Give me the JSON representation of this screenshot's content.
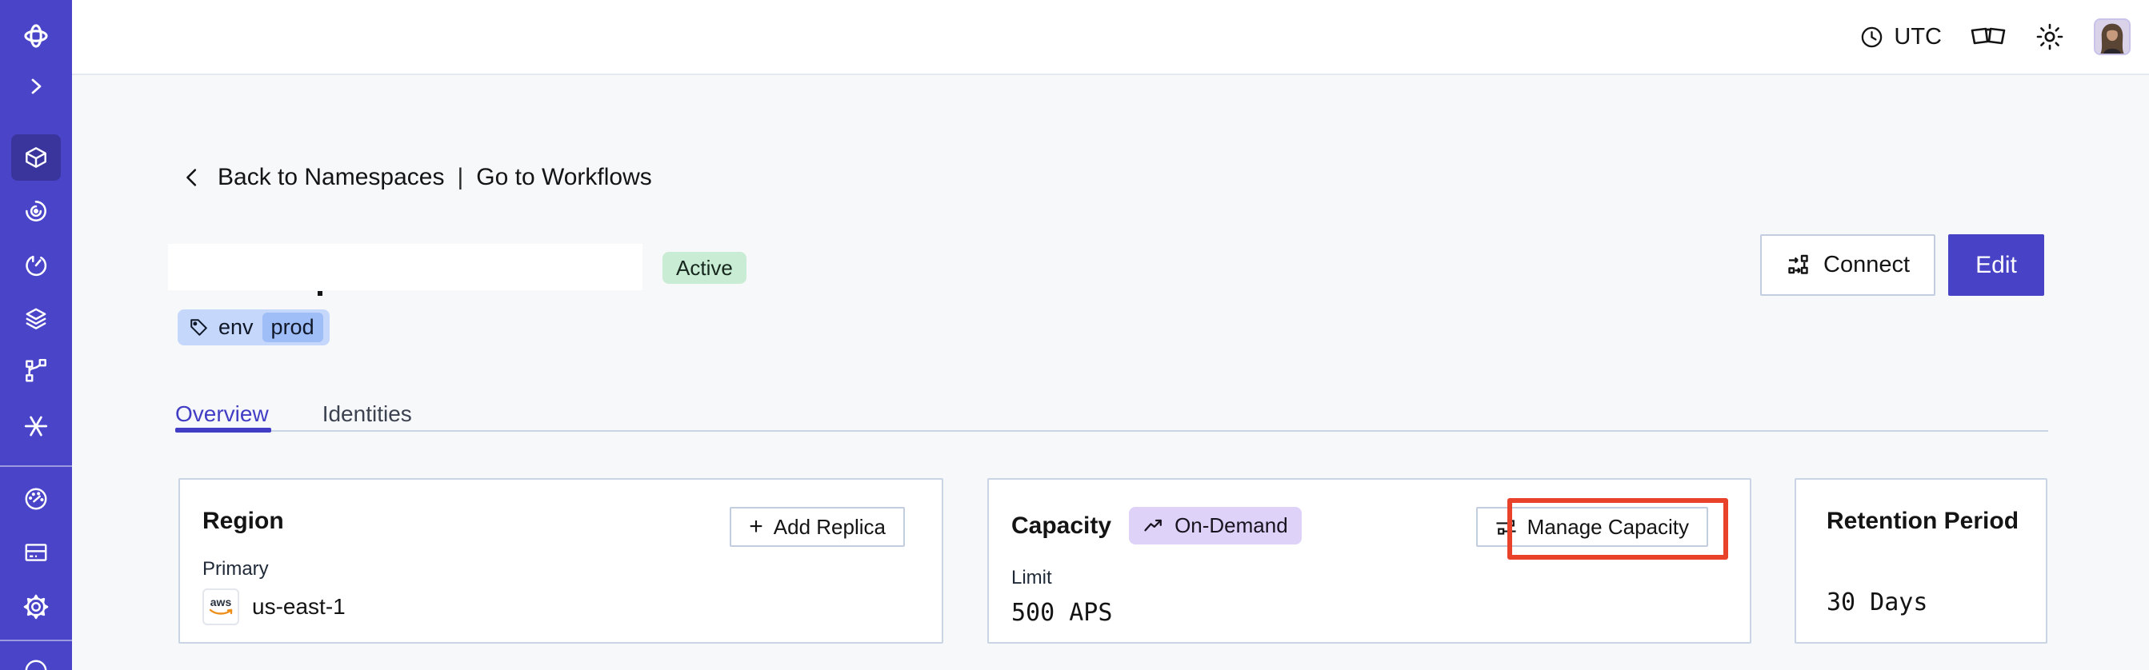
{
  "topbar": {
    "timezone": "UTC",
    "icons": [
      "clock-icon",
      "glasses-icon",
      "sun-icon",
      "avatar"
    ]
  },
  "breadcrumb": {
    "back": "Back to Namespaces",
    "separator": "|",
    "go_to": "Go to Workflows"
  },
  "namespace": {
    "name_redacted": true,
    "status": "Active",
    "tag": {
      "key": "env",
      "value": "prod"
    }
  },
  "actions": {
    "connect": "Connect",
    "edit": "Edit"
  },
  "tabs": [
    {
      "label": "Overview",
      "active": true
    },
    {
      "label": "Identities",
      "active": false
    }
  ],
  "cards": {
    "region": {
      "title": "Region",
      "add_replica_plus": "+",
      "add_replica_label": "Add Replica",
      "primary_label": "Primary",
      "provider": "aws",
      "primary_region": "us-east-1"
    },
    "capacity": {
      "title": "Capacity",
      "mode_badge": "On-Demand",
      "manage_label": "Manage Capacity",
      "limit_label": "Limit",
      "limit_value": "500 APS",
      "manage_button_highlighted": true
    },
    "retention": {
      "title": "Retention Period",
      "value": "30 Days"
    }
  },
  "sidebar": {
    "nav_icons": [
      "temporal-logo-icon",
      "chevron-right-icon",
      "namespaces-cube-icon",
      "workflows-spiral-icon",
      "schedules-timer-icon",
      "deployments-layers-icon",
      "batch-branch-icon",
      "nexus-asterisk-icon",
      "usage-gauge-icon",
      "billing-card-icon",
      "settings-gear-icon",
      "profile-icon"
    ],
    "active_item": "namespaces-cube-icon"
  },
  "colors": {
    "sidebar_bg": "#4a45c8",
    "accent_indigo": "#4742c6",
    "tab_active": "#413dc4",
    "status_active_bg": "#c9ecd4",
    "tag_bg": "#c5d7fb",
    "tag_inner_bg": "#9fbdf7",
    "ondemand_bg": "#ded2f8",
    "highlight_red": "#e8432a",
    "card_border": "#c9d4e4",
    "page_bg": "#f7f8fa"
  }
}
